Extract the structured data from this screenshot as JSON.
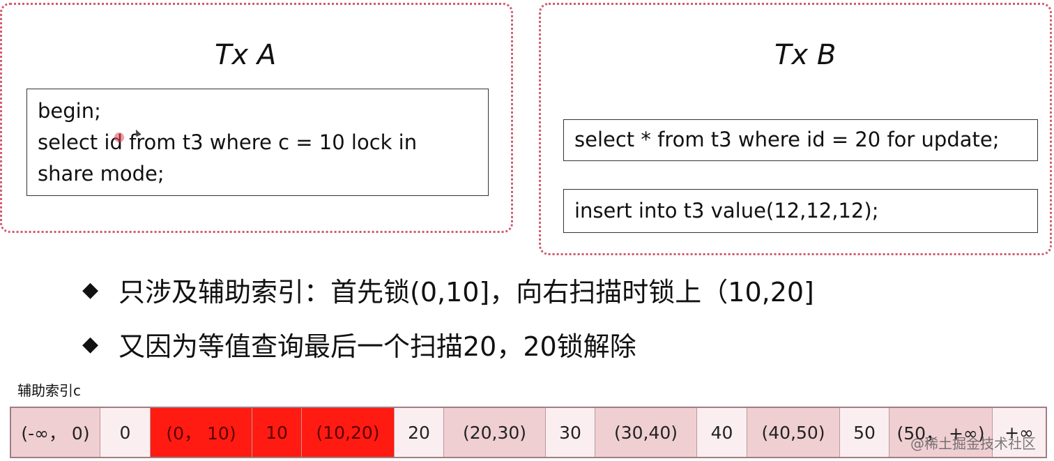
{
  "tx_a": {
    "title": "Tx A",
    "lines": [
      "begin;",
      "select id from t3 where c = 10 lock in",
      "share mode;"
    ]
  },
  "tx_b": {
    "title": "Tx B",
    "statement_1": "select * from t3 where id = 20 for update;",
    "statement_2": "insert into t3 value(12,12,12);"
  },
  "bullets": [
    {
      "mark": "◆",
      "text": "只涉及辅助索引：首先锁(0,10]，向右扫描时锁上（10,20]"
    },
    {
      "mark": "◆",
      "text": "又因为等值查询最后一个扫描20，20锁解除"
    }
  ],
  "index": {
    "label": "辅助索引c",
    "cells": [
      {
        "text": "(-∞，  0)",
        "kind": "gap",
        "locked": false
      },
      {
        "text": "0",
        "kind": "record",
        "locked": false
      },
      {
        "text": "(0，  10)",
        "kind": "gap",
        "locked": true
      },
      {
        "text": "10",
        "kind": "record",
        "locked": true
      },
      {
        "text": "(10,20)",
        "kind": "gap",
        "locked": true
      },
      {
        "text": "20",
        "kind": "record",
        "locked": false
      },
      {
        "text": "(20,30)",
        "kind": "gap",
        "locked": false
      },
      {
        "text": "30",
        "kind": "record",
        "locked": false
      },
      {
        "text": "(30,40)",
        "kind": "gap",
        "locked": false
      },
      {
        "text": "40",
        "kind": "record",
        "locked": false
      },
      {
        "text": "(40,50)",
        "kind": "gap",
        "locked": false
      },
      {
        "text": "50",
        "kind": "record",
        "locked": false
      },
      {
        "text": "(50，  +∞)",
        "kind": "gap",
        "locked": false
      },
      {
        "text": "+∞",
        "kind": "record",
        "locked": false
      }
    ]
  },
  "colors": {
    "locked": "#ff1b12",
    "gap": "#efcfd2",
    "record": "#fbeef0",
    "panel_border": "#cf5b6e"
  },
  "watermark": "@稀土掘金技术社区"
}
